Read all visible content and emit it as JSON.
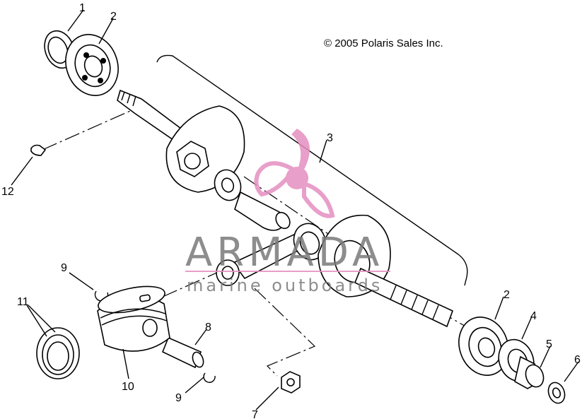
{
  "copyright": "© 2005 Polaris Sales Inc.",
  "watermark": {
    "name": "ARMADA",
    "tagline": "marine outboards",
    "color": "#e58fc0",
    "text_color": "#7a7a7a"
  },
  "callouts": {
    "c1": "1",
    "c2a": "2",
    "c2b": "2",
    "c3": "3",
    "c4": "4",
    "c5": "5",
    "c6": "6",
    "c7": "7",
    "c8": "8",
    "c9a": "9",
    "c9b": "9",
    "c10": "10",
    "c11": "11",
    "c12": "12"
  }
}
